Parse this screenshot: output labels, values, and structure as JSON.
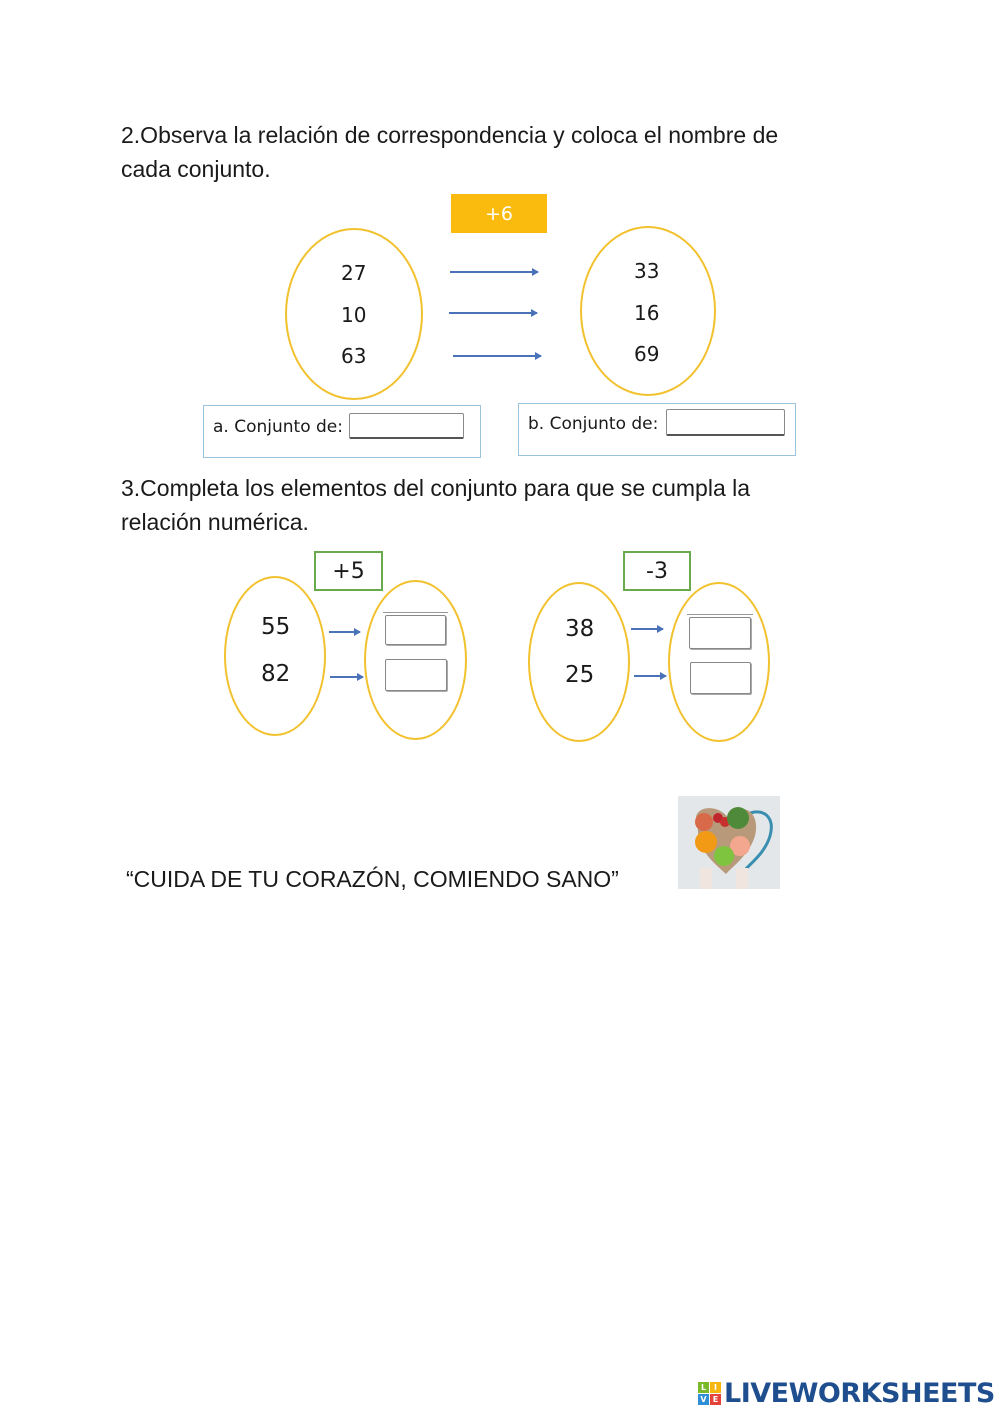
{
  "exercise2": {
    "prompt_line1": "2.Observa la relación de correspondencia y coloca el nombre de",
    "prompt_line2": "cada conjunto.",
    "operation": "+6",
    "set_a": [
      "27",
      "10",
      "63"
    ],
    "set_b": [
      "33",
      "16",
      "69"
    ],
    "label_a": "a. Conjunto de:",
    "label_b": "b. Conjunto de:",
    "answer_a": "",
    "answer_b": ""
  },
  "exercise3": {
    "prompt_line1": "3.Completa los elementos del conjunto para que se cumpla la",
    "prompt_line2": "relación numérica.",
    "left": {
      "operation": "+5",
      "inputs": [
        "55",
        "82"
      ],
      "answers": [
        "",
        ""
      ]
    },
    "right": {
      "operation": "-3",
      "inputs": [
        "38",
        "25"
      ],
      "answers": [
        "",
        ""
      ]
    }
  },
  "footer": {
    "motto": "“CUIDA DE TU CORAZÓN, COMIENDO SANO”",
    "image_alt": "heart-healthy-food-image"
  },
  "branding": {
    "logo_letters": [
      "L",
      "I",
      "V",
      "E"
    ],
    "logo_text": "LIVEWORKSHEETS",
    "colors": {
      "accent_yellow": "#fbbb0e",
      "ellipse": "#f2c12e",
      "arrow": "#4a72b8",
      "green_box": "#6aaa4e",
      "label_border": "#9cc3dd",
      "logo_blue": "#1f4e8f"
    }
  }
}
